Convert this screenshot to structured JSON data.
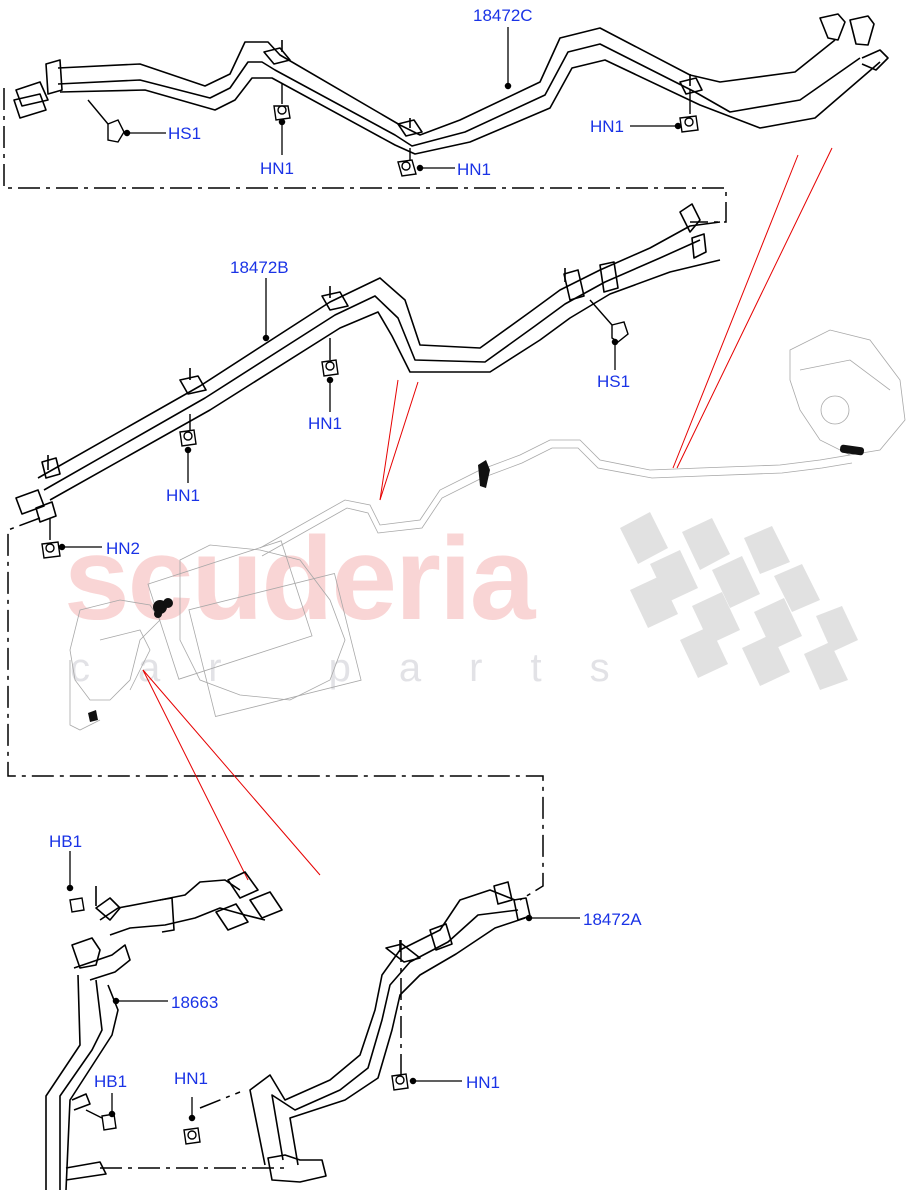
{
  "watermark": {
    "brand": "scuderia",
    "sub": "car parts",
    "brand_color": "#f8c8c8",
    "flag_color": "#d8d8d8"
  },
  "colors": {
    "label": "#1a33e6",
    "line": "#000000",
    "leader_red": "#e60000",
    "ghost": "#9a9a9a"
  },
  "callouts": {
    "top_part": "18472C",
    "top_hs1": "HS1",
    "top_hn1_a": "HN1",
    "top_hn1_b": "HN1",
    "top_hn1_c": "HN1",
    "mid_part": "18472B",
    "mid_hs1": "HS1",
    "mid_hn1_a": "HN1",
    "mid_hn1_b": "HN1",
    "mid_hn2": "HN2",
    "bot_hb1_a": "HB1",
    "bot_part_18663": "18663",
    "bot_hb1_b": "HB1",
    "bot_hn1_a": "HN1",
    "bot_part_a": "18472A",
    "bot_hn1_b": "HN1"
  }
}
